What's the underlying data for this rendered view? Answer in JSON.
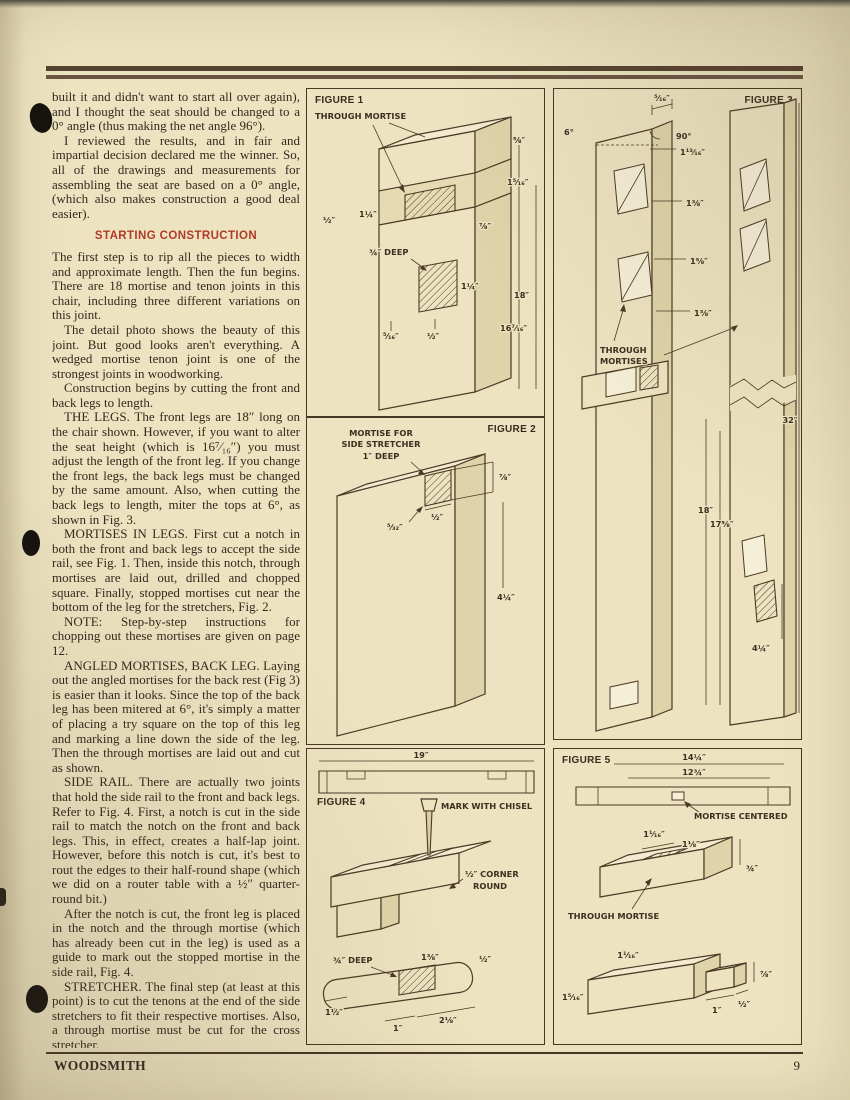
{
  "page": {
    "brand": "WOODSMITH",
    "number": "9"
  },
  "colors": {
    "paper": "#ede3c1",
    "heading_accent": "#b03a27",
    "rule_brown": "#55412f",
    "ink": "#33291d"
  },
  "article": {
    "intro": [
      "built it and didn't want to start all over again), and I thought the seat should be changed to a 0° angle (thus making the net angle 96°).",
      "I reviewed the results, and in fair and impartial decision declared me the winner. So, all of the drawings and measurements for assembling the seat are based on a 0° angle, (which also makes construction a good deal easier)."
    ],
    "heading": "STARTING CONSTRUCTION",
    "body": [
      "The first step is to rip all the pieces to width and approximate length. Then the fun begins. There are 18 mortise and tenon joints in this chair, including three different variations on this joint.",
      "The detail photo shows the beauty of this joint. But good looks aren't everything. A wedged mortise tenon joint is one of the strongest joints in woodworking.",
      "Construction begins by cutting the front and back legs to length.",
      "THE LEGS. The front legs are 18″ long on the chair shown. However, if you want to alter the seat height (which is 16⁷⁄₁₆″) you must adjust the length of the front leg. If you change the front legs, the back legs must be changed by the same amount. Also, when cutting the back legs to length, miter the tops at 6°, as shown in Fig. 3.",
      "MORTISES IN LEGS. First cut a notch in both the front and back legs to accept the side rail, see Fig. 1. Then, inside this notch, through mortises are laid out, drilled and chopped square. Finally, stopped mortises cut near the bottom of the leg for the stretchers, Fig. 2.",
      "NOTE: Step-by-step instructions for chopping out these mortises are given on page 12.",
      "ANGLED MORTISES, BACK LEG. Laying out the angled mortises for the back rest (Fig 3) is easier than it looks. Since the top of the back leg has been mitered at 6°, it's simply a matter of placing a try square on the top of this leg and marking a line down the side of the leg. Then the through mortises are laid out and cut as shown.",
      "SIDE RAIL. There are actually two joints that hold the side rail to the front and back legs. Refer to Fig. 4. First, a notch is cut in the side rail to match the notch on the front and back legs. This, in effect, creates a half-lap joint. However, before this notch is cut, it's best to rout the edges to their half-round shape (which we did on a router table with a ½″ quarter-round bit.)",
      "After the notch is cut, the front leg is placed in the notch and the through mortise (which has already been cut in the leg) is used as a guide to mark out the stopped mortise in the side rail, Fig. 4.",
      "STRETCHER. The final step (at least at this point) is to cut the tenons at the end of the side stretchers to fit their respective mortises. Also, a through mortise must be cut for the cross stretcher."
    ]
  },
  "figures": {
    "fig1": {
      "title": "FIGURE 1",
      "through_mortise": "THROUGH MORTISE",
      "d_58": "⅝″",
      "d_1516": "1⁵⁄₁₆″",
      "d_12a": "½″",
      "d_114a": "1¼″",
      "d_78": "⅞″",
      "deep": "¾″ DEEP",
      "d_114b": "1¼″",
      "d_18": "18″",
      "d_16716": "16⁷⁄₁₆″",
      "d_516": "⁵⁄₁₆″",
      "d_12b": "½″"
    },
    "fig2": {
      "title": "FIGURE 2",
      "lbl1": "MORTISE FOR",
      "lbl2": "SIDE STRETCHER",
      "lbl3": "1″ DEEP",
      "d_78": "⅞″",
      "d_12": "½″",
      "d_532": "⁵⁄₃₂″",
      "d_414": "4¼″"
    },
    "fig3": {
      "title": "FIGURE 3",
      "a_6": "6°",
      "a_90": "90°",
      "d_516": "⁵⁄₁₆″",
      "d_11316": "1¹³⁄₁₆″",
      "d_138a": "1⅜″",
      "d_158": "1⅝″",
      "d_138b": "1⅜″",
      "lbl1": "THROUGH",
      "lbl2": "MORTISES",
      "d_32": "32″",
      "d_18": "18″",
      "d_1758": "17⅝″",
      "d_414": "4¼″"
    },
    "fig4": {
      "title": "FIGURE 4",
      "d_19": "19″",
      "chisel": "MARK WITH CHISEL",
      "corner1": "½″ CORNER",
      "corner2": "ROUND",
      "deep": "¾″ DEEP",
      "d_138": "1⅜″",
      "d_12": "½″",
      "d_112": "1½″",
      "d_1": "1″",
      "d_218": "2⅛″"
    },
    "fig5": {
      "title": "FIGURE 5",
      "d_1414": "14¼″",
      "d_1234": "12¾″",
      "centered": "MORTISE CENTERED",
      "d_1116a": "1¹⁄₁₆″",
      "d_118": "1⅛″",
      "d_34": "¾″",
      "lbl": "THROUGH MORTISE",
      "d_1116b": "1¹⁄₁₆″",
      "d_1516": "1⁵⁄₁₆″",
      "d_78": "⅞″",
      "d_1": "1″",
      "d_12": "½″"
    }
  }
}
